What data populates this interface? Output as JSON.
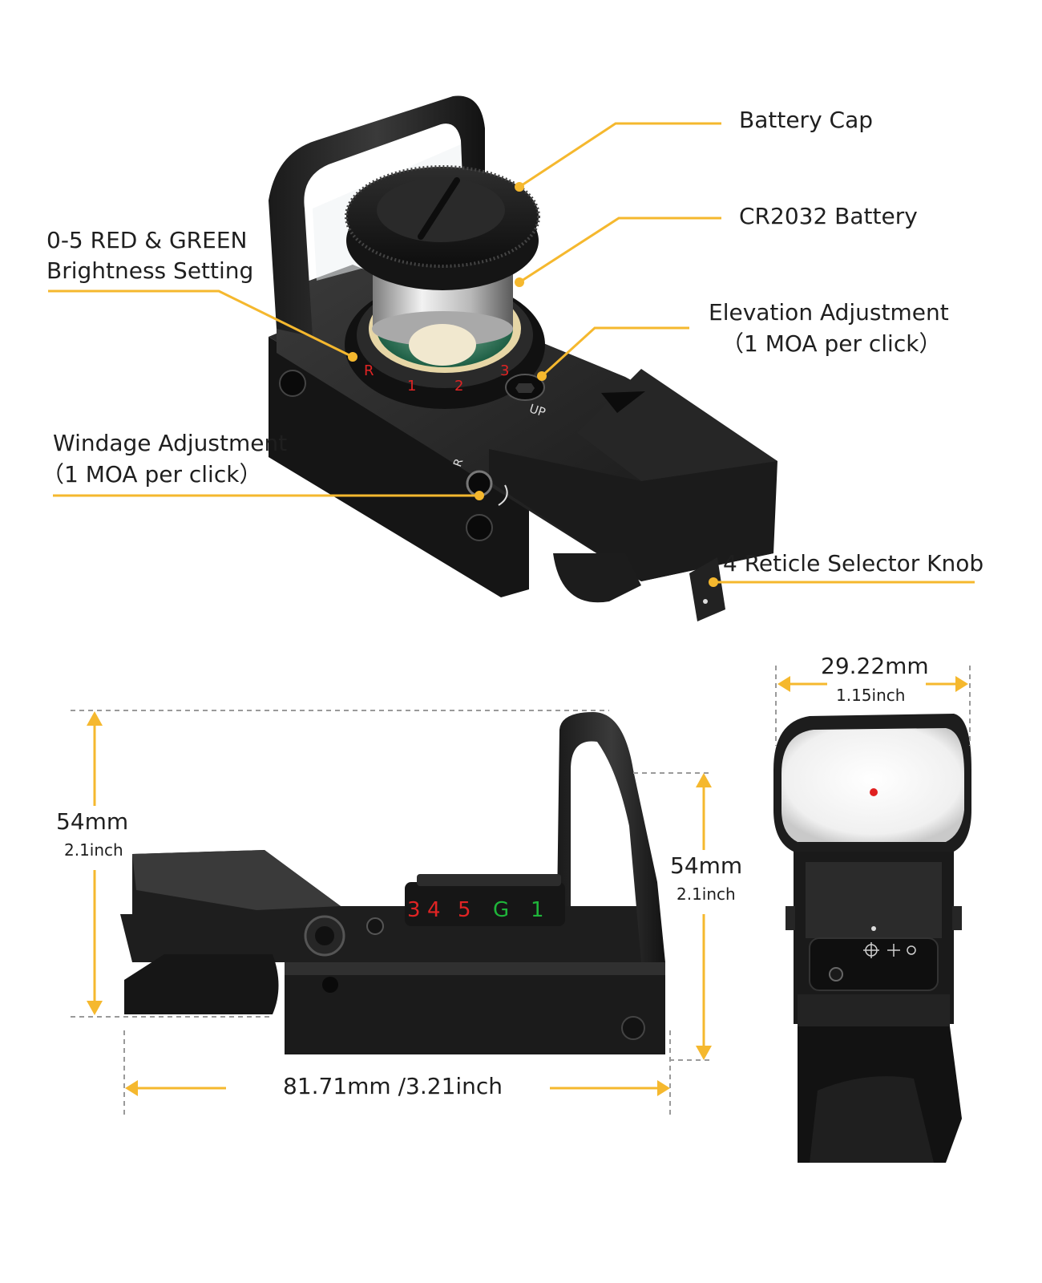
{
  "colors": {
    "accent": "#f5b82e",
    "body": "#1b1b1b",
    "body_light": "#2f2f2f",
    "dim_line": "#9a9a9a",
    "dot": "#e02020",
    "dial_red": "#e02424",
    "dial_green": "#1fb53a"
  },
  "callouts": {
    "battery_cap": "Battery Cap",
    "cr2032_battery": "CR2032 Battery",
    "brightness_line1": "0-5 RED & GREEN",
    "brightness_line2": "Brightness Setting",
    "elevation_line1": "Elevation Adjustment",
    "elevation_line2": "（1 MOA per click）",
    "windage_line1": "Windage Adjustment",
    "windage_line2": "（1 MOA per click）",
    "reticle_knob": "4 Reticle Selector Knob"
  },
  "top_view": {
    "dial_top": [
      "R",
      "1",
      "2",
      "3"
    ],
    "up_mark": "UP",
    "windage_mark": "R"
  },
  "side_view": {
    "dial_side": [
      "3",
      "4",
      "5",
      "G",
      "1"
    ],
    "height_mm": "54mm",
    "height_inch": "2.1inch",
    "height2_mm": "54mm",
    "height2_inch": "2.1inch",
    "length": "81.71mm /3.21inch"
  },
  "front_view": {
    "width_mm": "29.22mm",
    "width_inch": "1.15inch"
  }
}
